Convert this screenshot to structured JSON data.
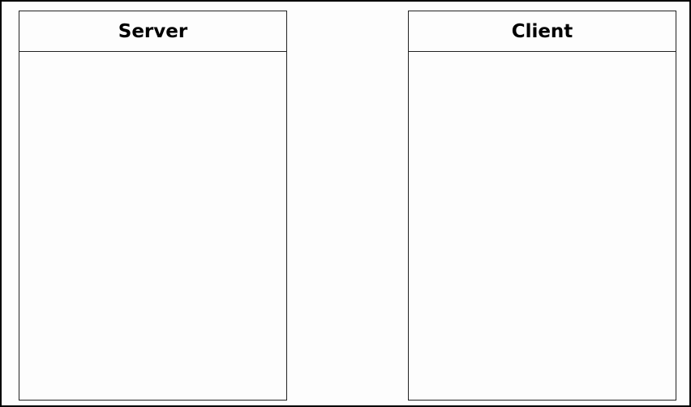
{
  "diagram": {
    "boxes": [
      {
        "id": "server",
        "title": "Server"
      },
      {
        "id": "client",
        "title": "Client"
      }
    ]
  }
}
